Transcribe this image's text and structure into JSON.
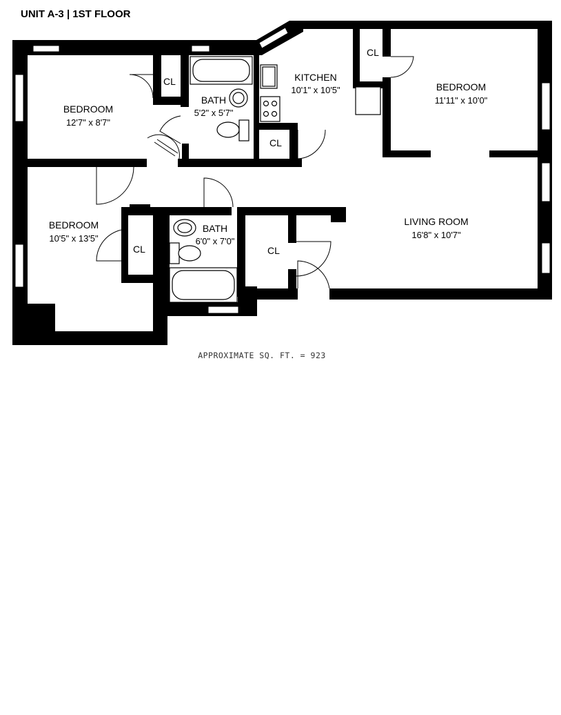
{
  "header": {
    "title": "UNIT A-3  | 1ST FLOOR"
  },
  "rooms": {
    "bedroom_nw": {
      "name": "BEDROOM",
      "size": "12'7\" x 8'7\""
    },
    "bath_north": {
      "name": "BATH",
      "size": "5'2\" x 5'7\""
    },
    "kitchen": {
      "name": "KITCHEN",
      "size": "10'1\" x 10'5\""
    },
    "bedroom_ne": {
      "name": "BEDROOM",
      "size": "11'11\" x 10'0\""
    },
    "bedroom_sw": {
      "name": "BEDROOM",
      "size": "10'5\" x 13'5\""
    },
    "bath_south": {
      "name": "BATH",
      "size": "6'0\" x 7'0\""
    },
    "living_room": {
      "name": "LIVING ROOM",
      "size": "16'8\" x 10'7\""
    }
  },
  "closet_label": "CL",
  "footer": {
    "sqft": "APPROXIMATE SQ. FT. = 923"
  }
}
